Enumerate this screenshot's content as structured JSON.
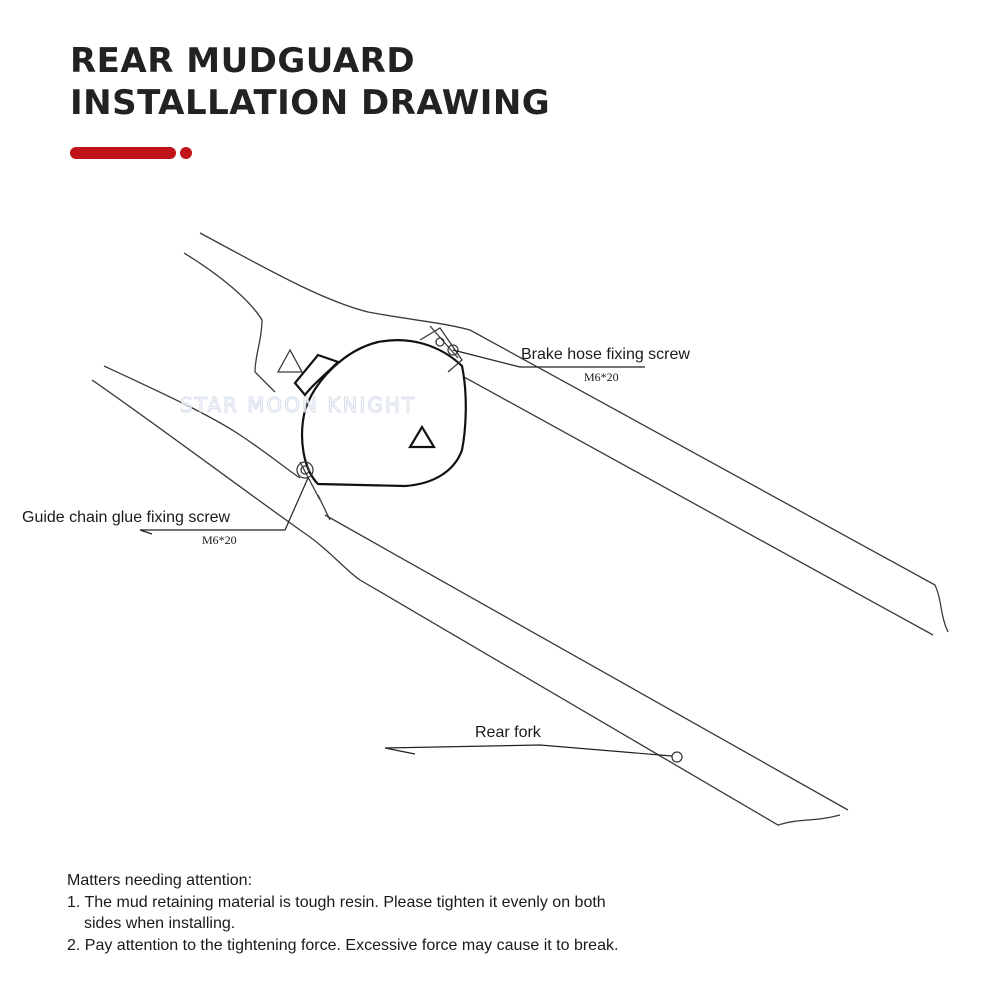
{
  "header": {
    "title_line1": "REAR MUDGUARD",
    "title_line2": "INSTALLATION DRAWING",
    "accent_color": "#c0141b"
  },
  "drawing": {
    "watermark": "STAR MOON KNIGHT",
    "callouts": {
      "brake_hose": {
        "label": "Brake hose fixing screw",
        "spec": "M6*20"
      },
      "guide_chain": {
        "label": "Guide chain glue fixing screw",
        "spec": "M6*20"
      },
      "rear_fork": {
        "label": "Rear fork"
      }
    }
  },
  "notes": {
    "heading": "Matters needing attention:",
    "item1_line1": "1. The mud retaining material is tough resin. Please tighten it evenly on both",
    "item1_line2": "sides when installing.",
    "item2": "2. Pay attention to the tightening force. Excessive force may cause it to break."
  }
}
